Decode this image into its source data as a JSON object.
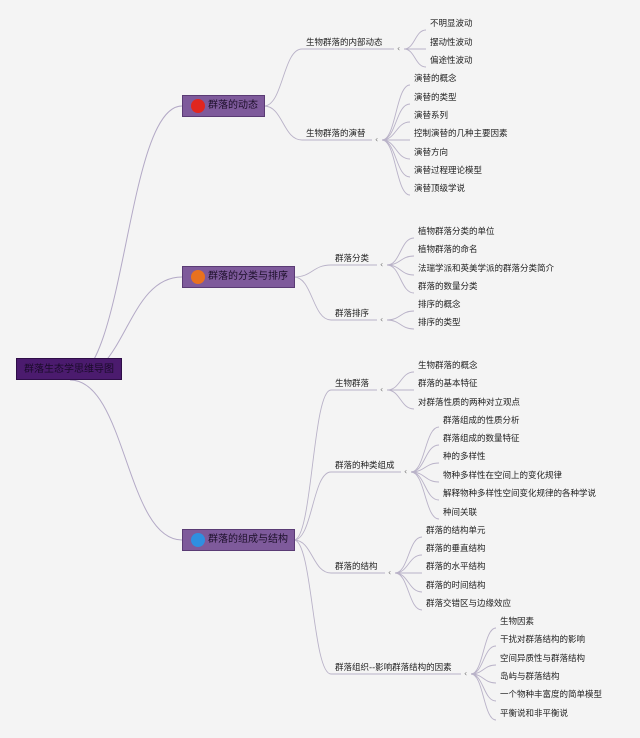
{
  "root": {
    "label": "群落生态学思维导图"
  },
  "branches": [
    {
      "label": "群落的动态",
      "dot_color": "#e0261f",
      "subs": [
        {
          "label": "生物群落的内部动态",
          "leaves": [
            "不明显波动",
            "摆动性波动",
            "偏途性波动"
          ]
        },
        {
          "label": "生物群落的演替",
          "leaves": [
            "演替的概念",
            "演替的类型",
            "演替系列",
            "控制演替的几种主要因素",
            "演替方向",
            "演替过程理论模型",
            "演替顶级学说"
          ]
        }
      ]
    },
    {
      "label": "群落的分类与排序",
      "dot_color": "#e8711f",
      "subs": [
        {
          "label": "群落分类",
          "leaves": [
            "植物群落分类的单位",
            "植物群落的命名",
            "法瑞学派和英美学派的群落分类简介",
            "群落的数量分类"
          ]
        },
        {
          "label": "群落排序",
          "leaves": [
            "排序的概念",
            "排序的类型"
          ]
        }
      ]
    },
    {
      "label": "群落的组成与结构",
      "dot_color": "#2f8fe0",
      "subs": [
        {
          "label": "生物群落",
          "leaves": [
            "生物群落的概念",
            "群落的基本特征",
            "对群落性质的两种对立观点"
          ]
        },
        {
          "label": "群落的种类组成",
          "leaves": [
            "群落组成的性质分析",
            "群落组成的数量特征",
            "种的多样性",
            "物种多样性在空间上的变化规律",
            "解释物种多样性空间变化规律的各种学说",
            "种间关联"
          ]
        },
        {
          "label": "群落的结构",
          "leaves": [
            "群落的结构单元",
            "群落的垂直结构",
            "群落的水平结构",
            "群落的时间结构",
            "群落交错区与边缘效应"
          ]
        },
        {
          "label": "群落组织--影响群落结构的因素",
          "leaves": [
            "生物因素",
            "干扰对群落结构的影响",
            "空间异质性与群落结构",
            "岛屿与群落结构",
            "一个物种丰富度的简单模型",
            "平衡说和非平衡说"
          ]
        }
      ]
    }
  ]
}
